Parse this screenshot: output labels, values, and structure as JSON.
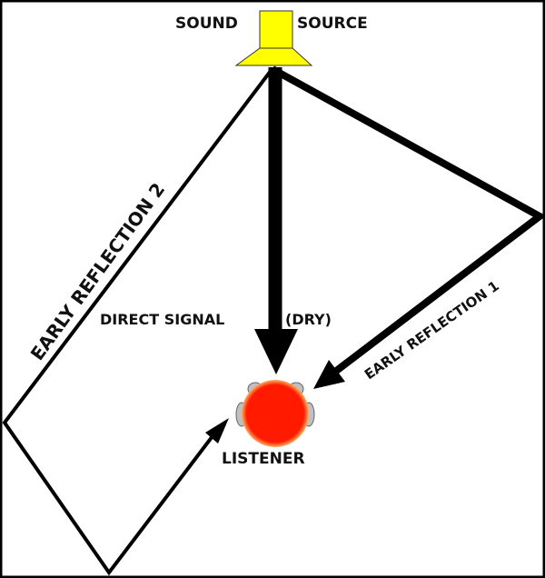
{
  "labels": {
    "sound": "SOUND",
    "source": "SOURCE",
    "direct_signal": "DIRECT SIGNAL",
    "dry": "(DRY)",
    "early_reflection_1": "EARLY REFLECTION 1",
    "early_reflection_2": "EARLY REFLECTION 2",
    "listener": "LISTENER"
  },
  "colors": {
    "speaker": "#ffff00",
    "listener_head": "#ff1a00",
    "ears": "#c0c0c0",
    "lines": "#000000"
  }
}
